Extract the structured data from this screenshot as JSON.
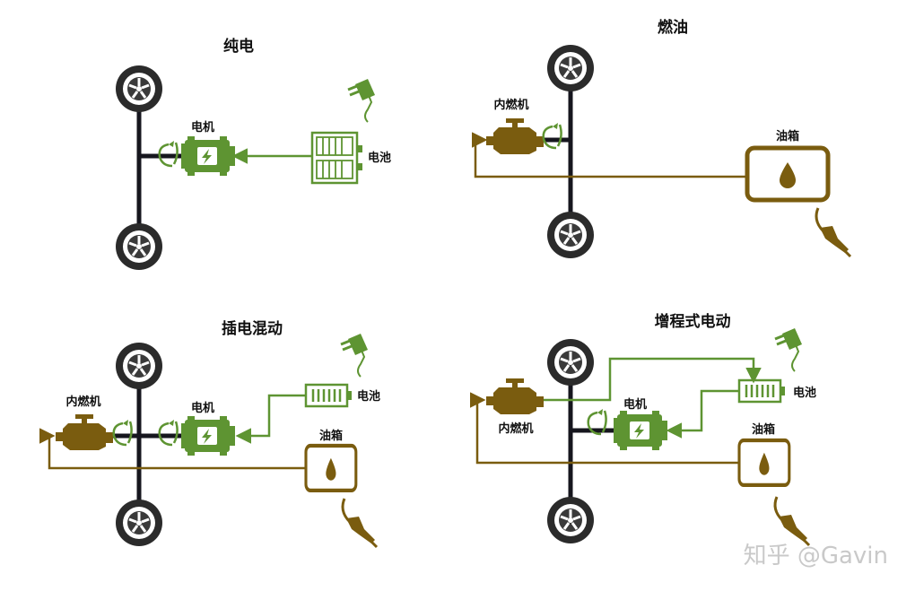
{
  "colors": {
    "green": "#5e9432",
    "olive": "#7a5c0f",
    "axle": "#16161e",
    "tire": "#2b2b2b"
  },
  "panels": [
    {
      "title": "纯电",
      "motor": "电机",
      "battery": "电池"
    },
    {
      "title": "燃油",
      "engine": "内燃机",
      "tank": "油箱"
    },
    {
      "title": "插电混动",
      "engine": "内燃机",
      "motor": "电机",
      "battery": "电池",
      "tank": "油箱"
    },
    {
      "title": "增程式电动",
      "engine": "内燃机",
      "motor": "电机",
      "battery": "电池",
      "tank": "油箱"
    }
  ],
  "watermark": "知乎 @Gavin"
}
